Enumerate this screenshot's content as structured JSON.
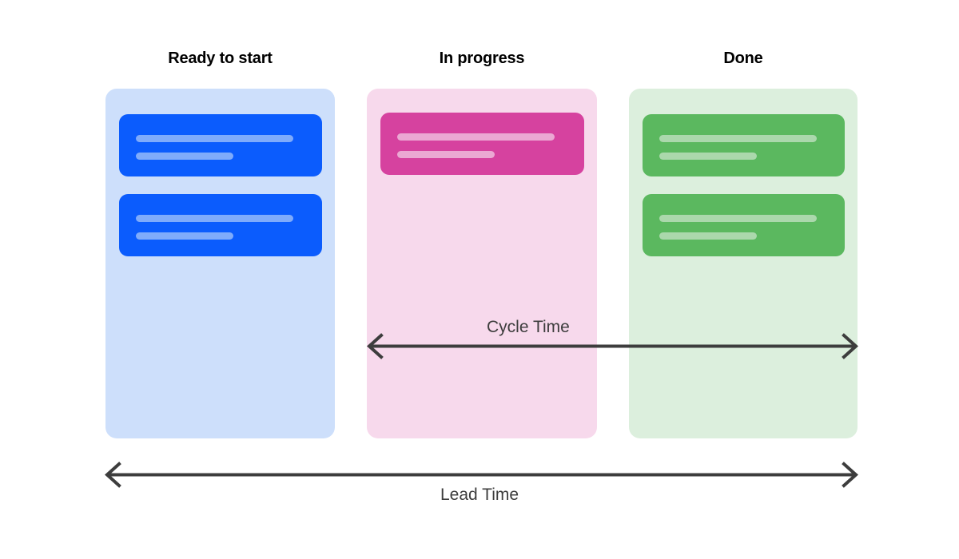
{
  "diagram": {
    "title_implicit": "Kanban board lead time and cycle time",
    "background_color": "#ffffff",
    "columns": [
      {
        "id": "ready-to-start",
        "title": "Ready to start",
        "column_color": "#cddffb",
        "card_color": "#0b5cfd",
        "line_color": "#7fabfb",
        "card_count": 2,
        "cards": [
          {
            "lines": [
              "long",
              "short"
            ]
          },
          {
            "lines": [
              "long",
              "short"
            ]
          }
        ]
      },
      {
        "id": "in-progress",
        "title": "In progress",
        "column_color": "#f7d9ec",
        "card_color": "#d6429f",
        "line_color": "#eba8d3",
        "card_count": 1,
        "cards": [
          {
            "lines": [
              "long",
              "short"
            ]
          }
        ]
      },
      {
        "id": "done",
        "title": "Done",
        "column_color": "#dcefdd",
        "card_color": "#5bb85f",
        "line_color": "#abd8ac",
        "card_count": 2,
        "cards": [
          {
            "lines": [
              "long",
              "short"
            ]
          },
          {
            "lines": [
              "long",
              "short"
            ]
          }
        ]
      }
    ],
    "measures": [
      {
        "id": "cycle-time",
        "label": "Cycle Time",
        "spans_from": "In progress",
        "spans_to": "Done",
        "arrow_color": "#3d3d3d",
        "label_color": "#3d3d3d",
        "arrowheads": "both",
        "label_position": "above"
      },
      {
        "id": "lead-time",
        "label": "Lead Time",
        "spans_from": "Ready to start",
        "spans_to": "Done",
        "arrow_color": "#3d3d3d",
        "label_color": "#3d3d3d",
        "arrowheads": "both",
        "label_position": "below"
      }
    ]
  }
}
